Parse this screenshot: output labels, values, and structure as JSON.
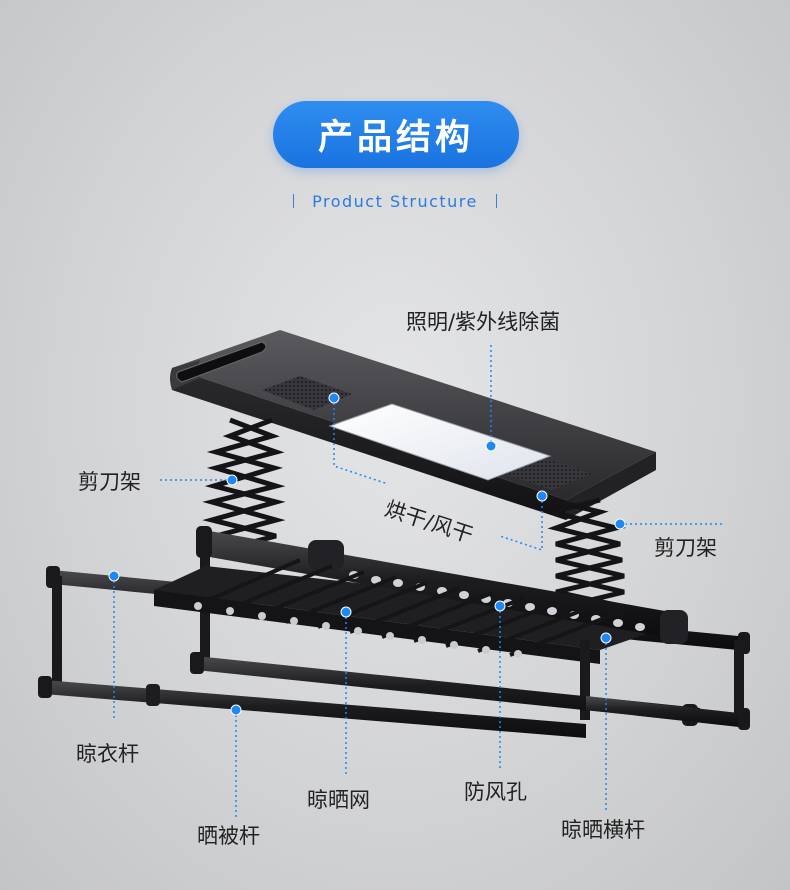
{
  "header": {
    "title": "产品结构",
    "subtitle": "Product Structure"
  },
  "labels": {
    "lighting": "照明/紫外线除菌",
    "scissor_left": "剪刀架",
    "drying": "烘干/风干",
    "scissor_right": "剪刀架",
    "clothes_rod": "晾衣杆",
    "drying_net": "晾晒网",
    "vent_holes": "防风孔",
    "quilt_rod": "晒被杆",
    "cross_bar": "晾晒横杆"
  },
  "colors": {
    "accent": "#1e7ae6",
    "dot": "#1e88f5",
    "frame": "#1b1b1d",
    "lamp": "#f4f6fa"
  }
}
